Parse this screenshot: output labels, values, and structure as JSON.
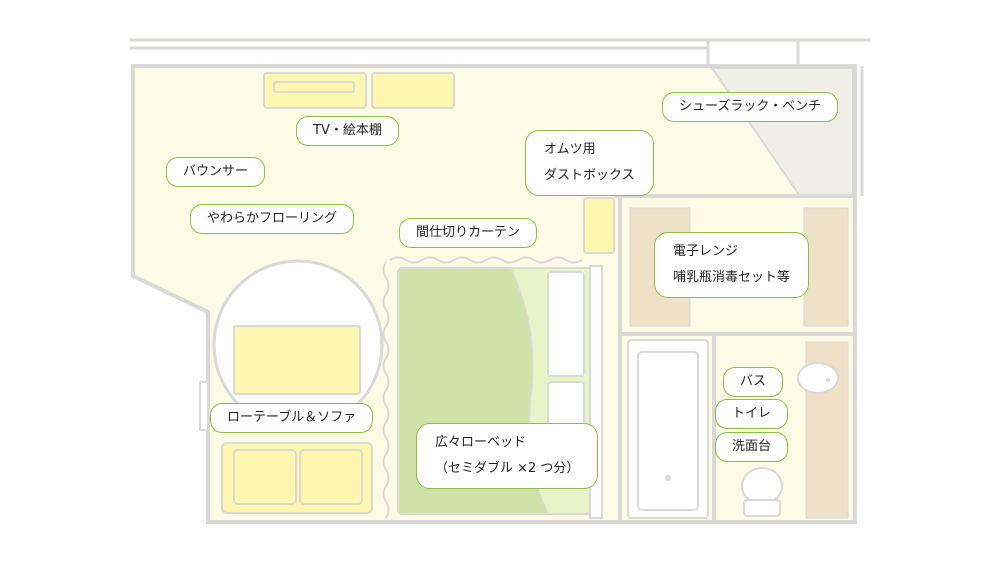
{
  "labels": {
    "tv_shelf": "TV・絵本棚",
    "shoe_rack": "シューズラック・ベンチ",
    "bouncer": "バウンサー",
    "diaper_box_line1": "オムツ用",
    "diaper_box_line2": "ダストボックス",
    "flooring": "やわらかフローリング",
    "curtain": "間仕切りカーテン",
    "microwave_line1": "電子レンジ",
    "microwave_line2": "哺乳瓶消毒セット等",
    "bath": "バス",
    "toilet": "トイレ",
    "washbasin": "洗面台",
    "table_sofa": "ローテーブル＆ソファ",
    "bed_line1": "広々ローベッド",
    "bed_line2": "（セミダブル ×2 つ分）"
  },
  "colors": {
    "wall": "#d9d9d6",
    "floor": "#fdfbe6",
    "furniture": "#fdf6ae",
    "bed_green": "#cfe3a8",
    "bed_light": "#e8f3c8",
    "wood": "#eee1c8",
    "label_border": "#8cbf3f"
  }
}
